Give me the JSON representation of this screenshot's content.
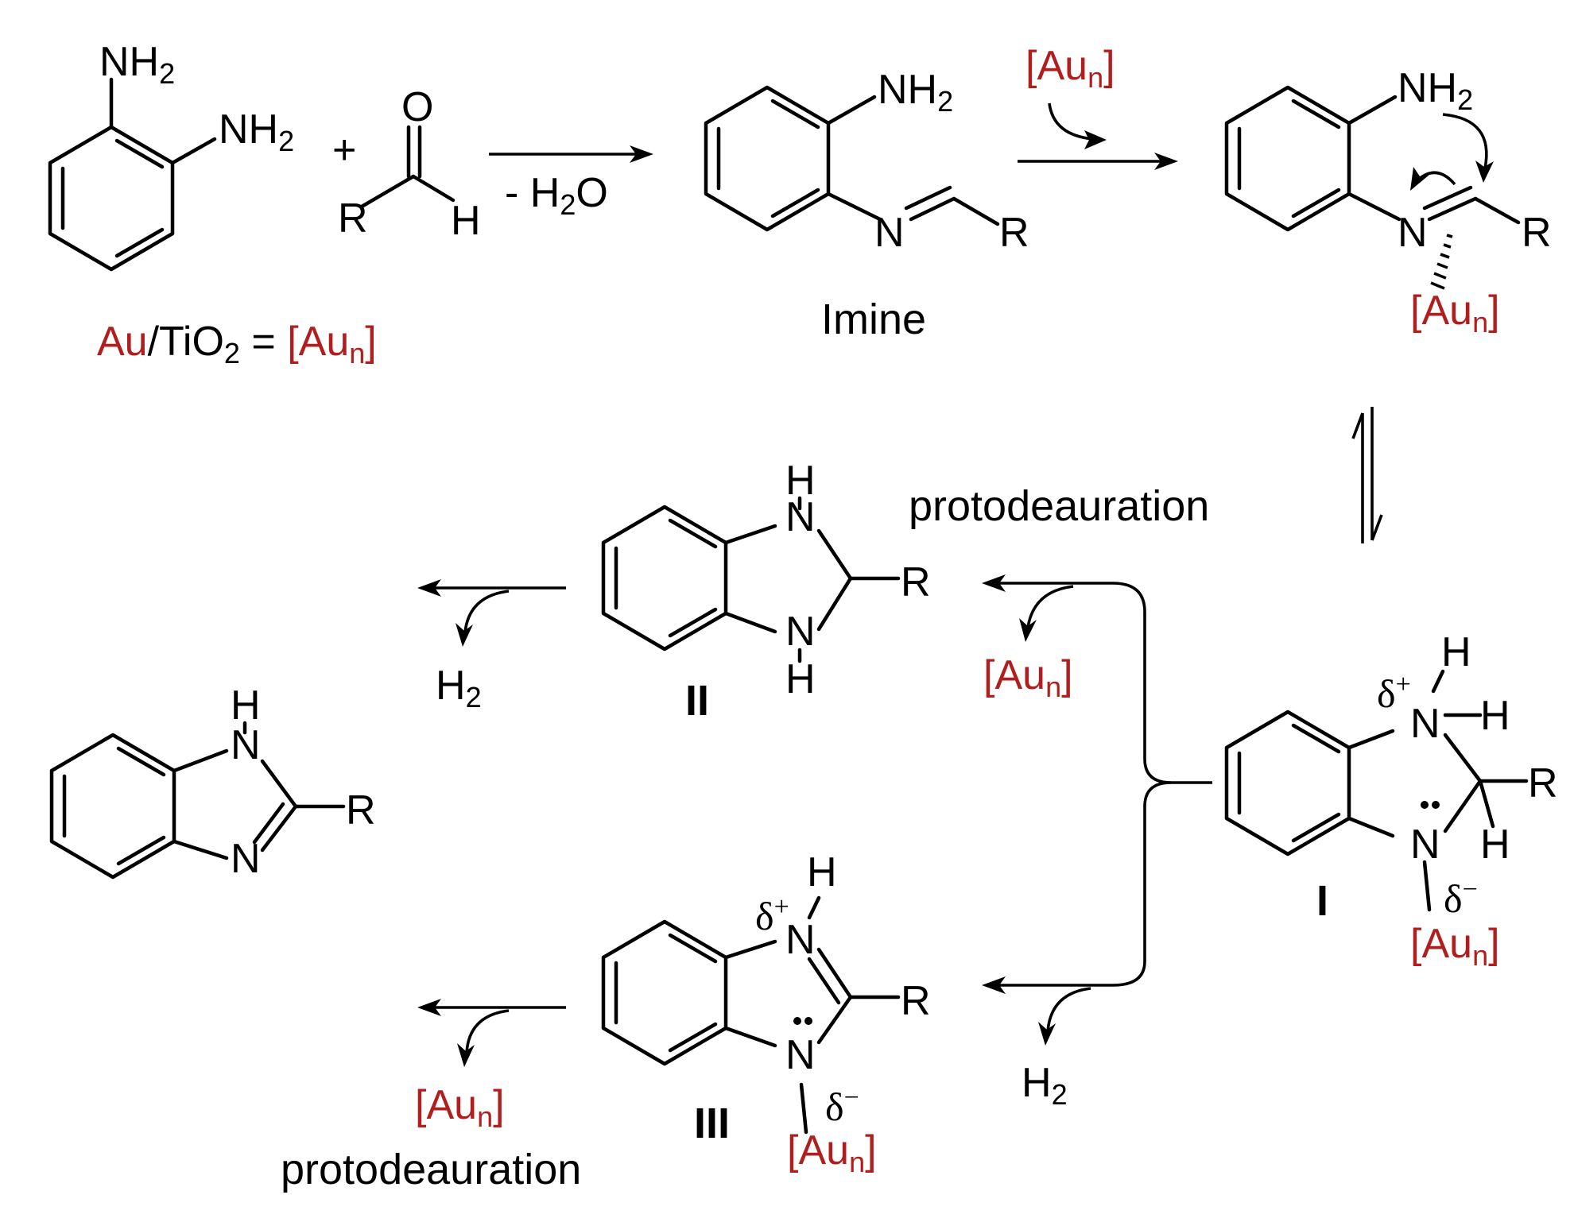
{
  "catalyst": {
    "left": "Au",
    "slash": "/TiO",
    "two": "2",
    "eq": " = ",
    "bracket_l": "[Au",
    "n": "n",
    "bracket_r": "]"
  },
  "reagent": {
    "nh2": "NH",
    "two": "2",
    "o": "O",
    "r": "R",
    "h": "H",
    "plus": "+"
  },
  "step1": {
    "minus": "- H",
    "two": "2",
    "o": "O"
  },
  "imine": {
    "label": "Imine",
    "nh": "NH",
    "two": "2",
    "n": "N",
    "r": "R"
  },
  "au": {
    "open": "[Au",
    "n": "n",
    "close": "]"
  },
  "complex": {
    "nh": "NH",
    "two": "2",
    "n": "N",
    "r": "R"
  },
  "I": {
    "label": "I",
    "h": "H",
    "n": "N",
    "r": "R",
    "dplus": "δ",
    "plus": "+",
    "dminus": "δ",
    "minus": "−"
  },
  "II": {
    "label": "II",
    "h": "H",
    "n": "N",
    "r": "R"
  },
  "III": {
    "label": "III",
    "h": "H",
    "n": "N",
    "r": "R",
    "dplus": "δ",
    "plus": "+",
    "dminus": "δ",
    "minus": "−"
  },
  "product": {
    "h": "H",
    "n": "N",
    "r": "R"
  },
  "h2": {
    "h": "H",
    "two": "2"
  },
  "protodeauration": "protodeauration"
}
